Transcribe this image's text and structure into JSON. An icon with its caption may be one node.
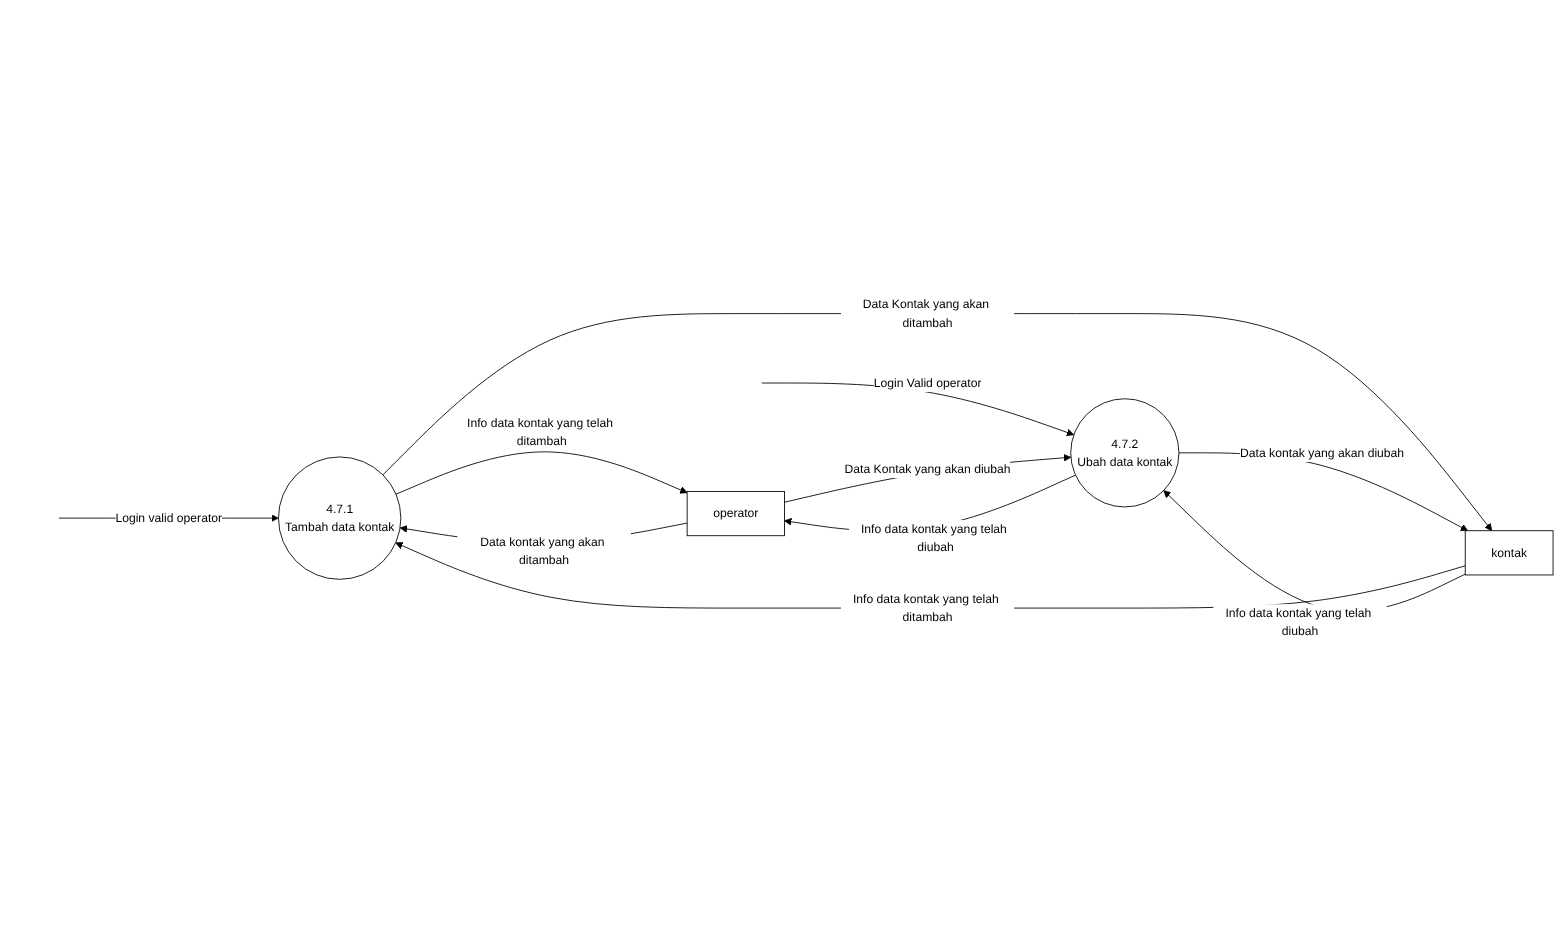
{
  "diagram": {
    "nodes": [
      {
        "text": [
          "4.7.1",
          "Tambah data kontak"
        ]
      },
      {
        "text": [
          "operator"
        ]
      },
      {
        "text": [
          "4.7.2",
          "Ubah data kontak"
        ]
      },
      {
        "text": [
          "kontak"
        ]
      }
    ],
    "edges": [
      {
        "from": null,
        "to": 0,
        "arrow": "to",
        "label": "Login valid operator"
      },
      {
        "from": 0,
        "to": 1,
        "arrow": "to",
        "label": "Info data kontak yang telah ditambah"
      },
      {
        "from": 1,
        "to": 0,
        "arrow": "to",
        "label": "Data kontak yang akan ditambah"
      },
      {
        "from": 3,
        "to": 0,
        "arrow": "to",
        "label": "Info data kontak yang telah ditambah"
      },
      {
        "from": 0,
        "to": 3,
        "arrow": "to",
        "label": "Data Kontak yang akan ditambah"
      },
      {
        "from": 2,
        "to": 1,
        "arrow": "to",
        "label": "Info data kontak yang telah diubah"
      },
      {
        "from": null,
        "to": 2,
        "arrow": "to",
        "label": "Login Valid operator"
      },
      {
        "from": 3,
        "to": 2,
        "arrow": "to",
        "label": "Info data kontak yang telah diubah"
      },
      {
        "from": 1,
        "to": 2,
        "arrow": "to",
        "label": "Data Kontak yang akan diubah"
      },
      {
        "from": 2,
        "to": 3,
        "arrow": "to",
        "label": "Data kontak yang akan diubah"
      }
    ]
  }
}
